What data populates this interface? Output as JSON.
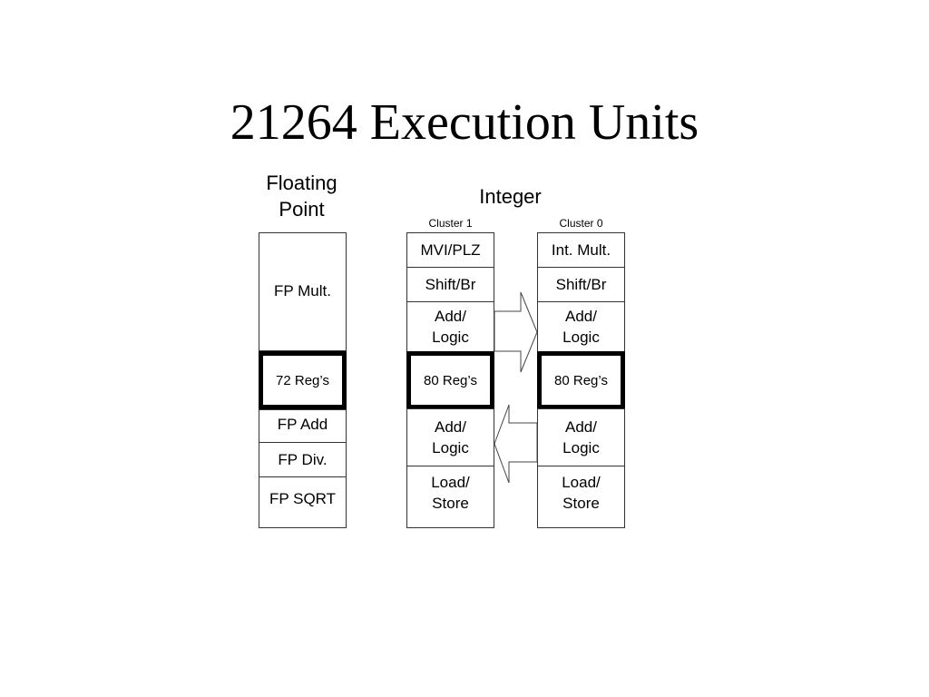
{
  "title": "21264 Execution Units",
  "floating_point": {
    "heading": "Floating\nPoint",
    "cells": [
      "FP Mult.",
      "72 Reg’s",
      "FP Add",
      "FP Div.",
      "FP SQRT"
    ]
  },
  "integer": {
    "heading": "Integer",
    "cluster1": {
      "label": "Cluster 1",
      "cells": [
        "MVI/PLZ",
        "Shift/Br",
        "Add/\nLogic",
        "80 Reg’s",
        "Add/\nLogic",
        "Load/\nStore"
      ]
    },
    "cluster0": {
      "label": "Cluster 0",
      "cells": [
        "Int. Mult.",
        "Shift/Br",
        "Add/\nLogic",
        "80 Reg’s",
        "Add/\nLogic",
        "Load/\nStore"
      ]
    }
  }
}
